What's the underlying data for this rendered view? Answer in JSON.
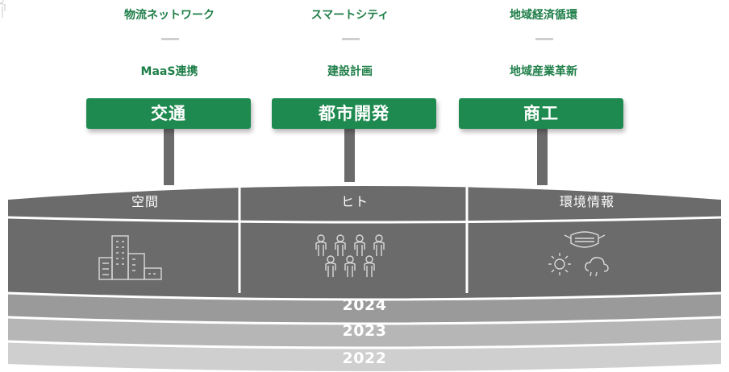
{
  "columns": [
    {
      "sign": "交通",
      "topic_top": "物流ネットワーク",
      "topic_bottom": "MaaS連携",
      "layer_label": "空間",
      "icon": "buildings-icon"
    },
    {
      "sign": "都市開発",
      "topic_top": "スマートシティ",
      "topic_bottom": "建設計画",
      "layer_label": "ヒト",
      "icon": "people-icon"
    },
    {
      "sign": "商工",
      "topic_top": "地域経済循環",
      "topic_bottom": "地域産業革新",
      "layer_label": "環境情報",
      "icon": "environment-icon"
    }
  ],
  "years": [
    "2024",
    "2023",
    "2022"
  ],
  "colors": {
    "accent_green": "#1e8a4f",
    "topic_green": "#1e7e48",
    "layer_dark": "#6b6b6b",
    "layer_2024": "#9a9a9a",
    "layer_2023": "#b6b6b6",
    "layer_2022": "#cfcfcf",
    "icon_stroke": "#d9d9d9"
  }
}
